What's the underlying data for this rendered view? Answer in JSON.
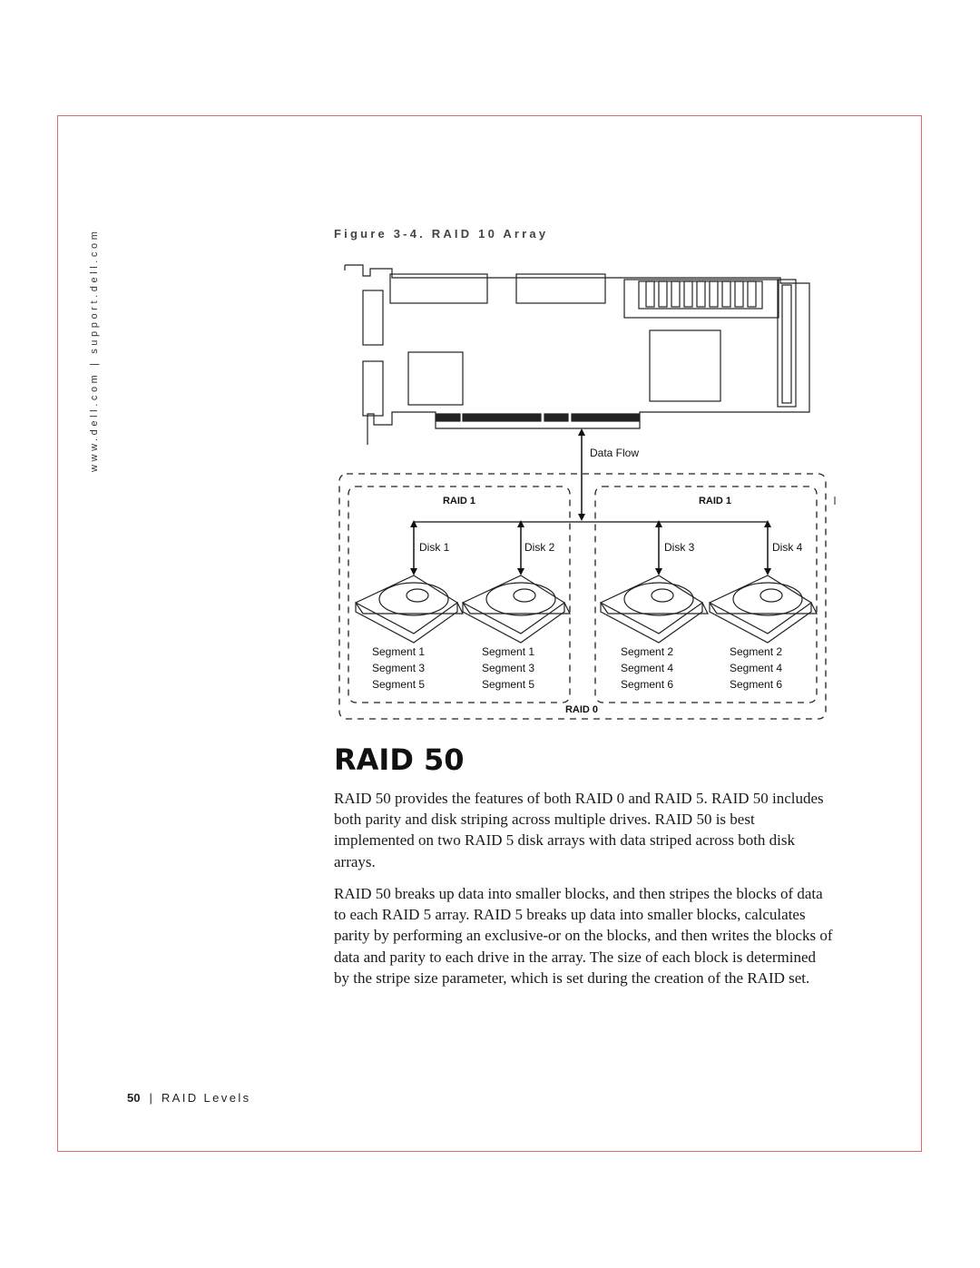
{
  "side_url": "www.dell.com | support.dell.com",
  "figure": {
    "caption": "Figure 3-4. RAID 10 Array",
    "data_flow_label": "Data Flow",
    "group_labels": [
      "RAID 1",
      "RAID 1"
    ],
    "outer_label": "RAID 0",
    "disks": [
      {
        "label": "Disk 1",
        "segments": [
          "Segment 1",
          "Segment 3",
          "Segment 5"
        ]
      },
      {
        "label": "Disk 2",
        "segments": [
          "Segment 1",
          "Segment 3",
          "Segment 5"
        ]
      },
      {
        "label": "Disk 3",
        "segments": [
          "Segment 2",
          "Segment 4",
          "Segment 6"
        ]
      },
      {
        "label": "Disk 4",
        "segments": [
          "Segment 2",
          "Segment 4",
          "Segment 6"
        ]
      }
    ]
  },
  "section": {
    "heading": "RAID 50",
    "paragraphs": [
      "RAID 50 provides the features of both RAID 0 and RAID 5. RAID 50 includes both parity and disk striping across multiple drives. RAID 50 is best implemented on two RAID 5 disk arrays with data striped across both disk arrays.",
      "RAID 50 breaks up data into smaller blocks, and then stripes the blocks of data to each RAID 5 array. RAID 5 breaks up data into smaller blocks, calculates parity by performing an exclusive-or on the blocks, and then writes the blocks of data and parity to each drive in the array. The size of each block is determined by the stripe size parameter, which is set during the creation of the RAID set."
    ]
  },
  "footer": {
    "page_number": "50",
    "separator": "|",
    "section": "RAID Levels"
  }
}
